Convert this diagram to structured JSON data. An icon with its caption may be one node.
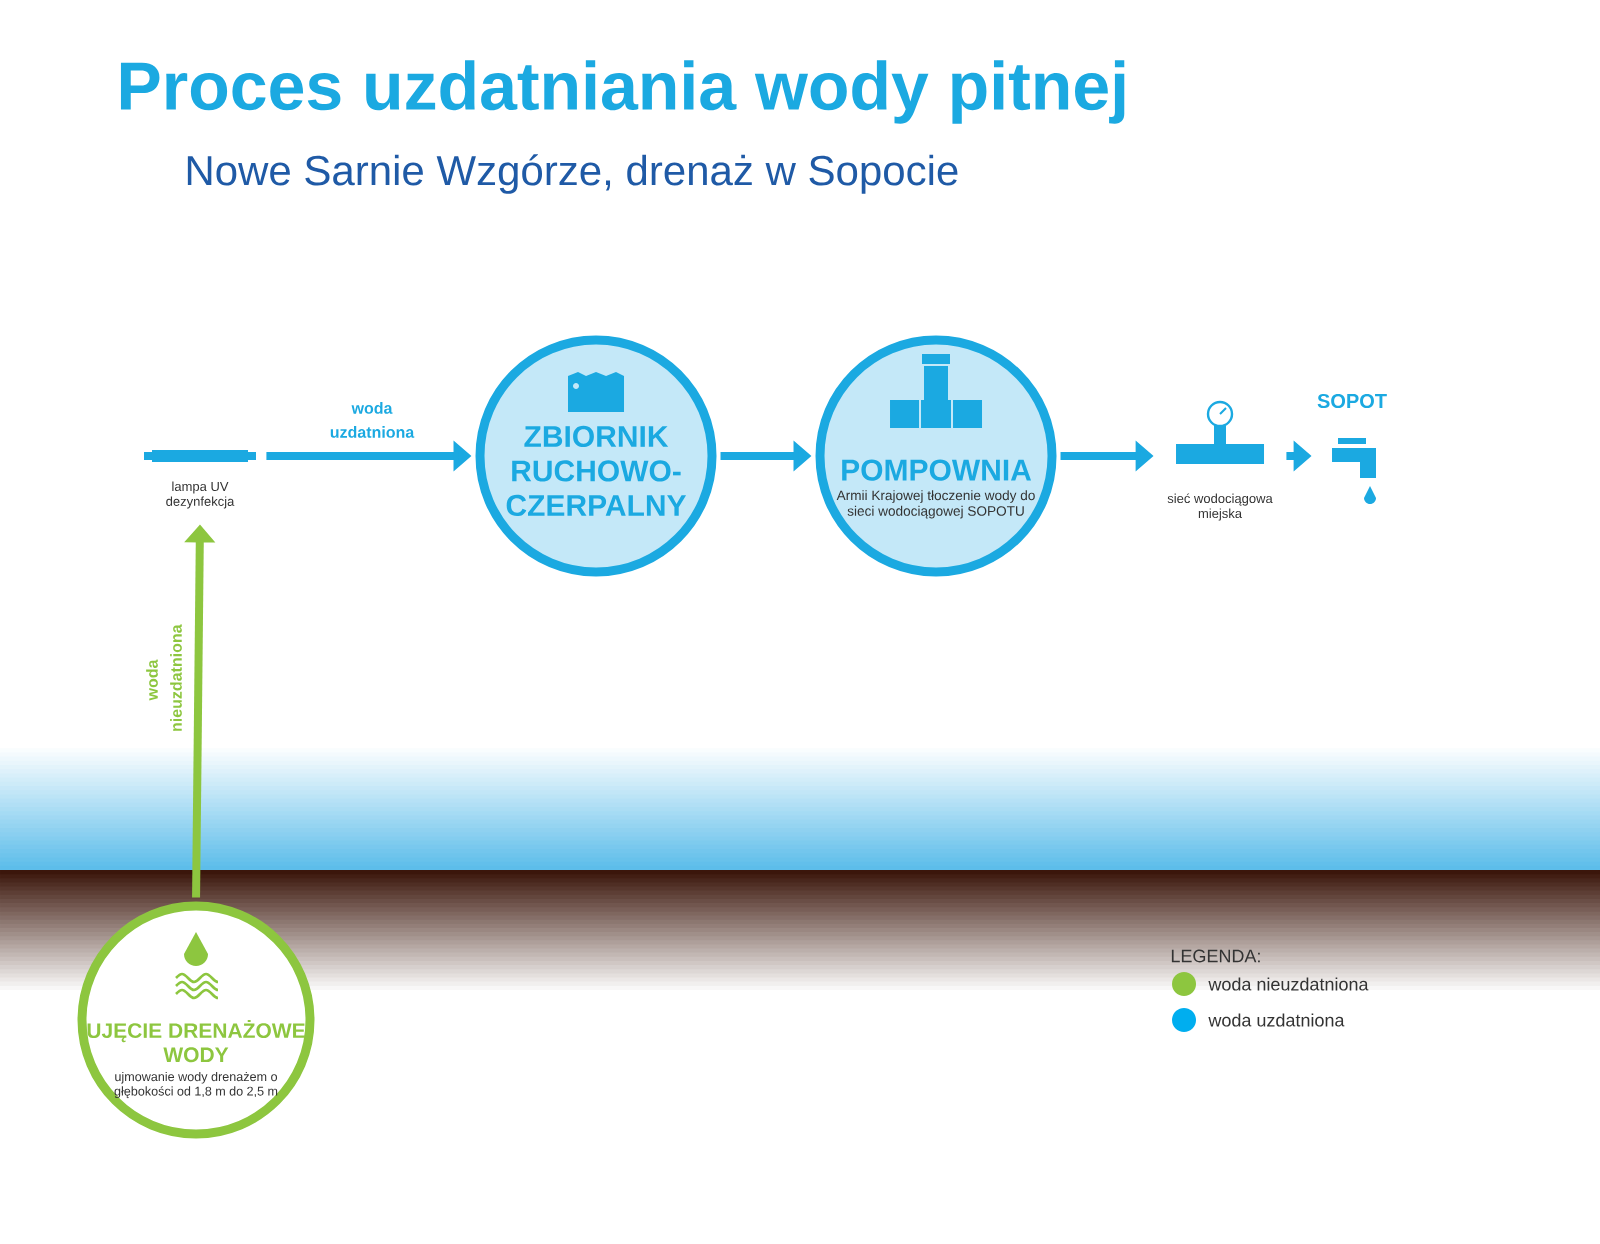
{
  "diagram": {
    "title": "Proces uzdatniania wody pitnej",
    "nodes": [
      {
        "text": [
          "UJĘCIE DRENAŻOWE WODY",
          "ujmowanie wody drenażem o głębokości od 1,8 m do 2,5 m"
        ]
      },
      {
        "text": [
          "lampa UV dezynfekcja"
        ]
      },
      {
        "text": [
          "ZBIORNIK RUCHOWO-CZERPALNY"
        ]
      },
      {
        "text": [
          "POMPOWNIA",
          "Armii Krajowej tłoczenie wody do sieci wodociągowej SOPOTU"
        ]
      },
      {
        "text": [
          "sieć wodociągowa miejska"
        ]
      },
      {
        "text": [
          "SOPOT"
        ]
      }
    ],
    "edges": [
      {
        "from": 0,
        "to": 1,
        "arrow": "to",
        "label": "woda nieuzdatniona",
        "color": "#8dc63f"
      },
      {
        "from": 1,
        "to": 2,
        "arrow": "to",
        "label": "woda uzdatniona"
      },
      {
        "from": 2,
        "to": 3,
        "arrow": "to"
      },
      {
        "from": 3,
        "to": 4,
        "arrow": "to"
      },
      {
        "from": 4,
        "to": 5,
        "arrow": "to"
      }
    ],
    "labels": [
      "Nowe Sarnie Wzgórze, drenaż w Sopocie",
      "LEGENDA:"
    ],
    "legend": [
      {
        "text": "woda nieuzdatniona",
        "color": "#8dc63f"
      },
      {
        "text": "woda uzdatniona",
        "color": "#00aeef"
      }
    ]
  }
}
